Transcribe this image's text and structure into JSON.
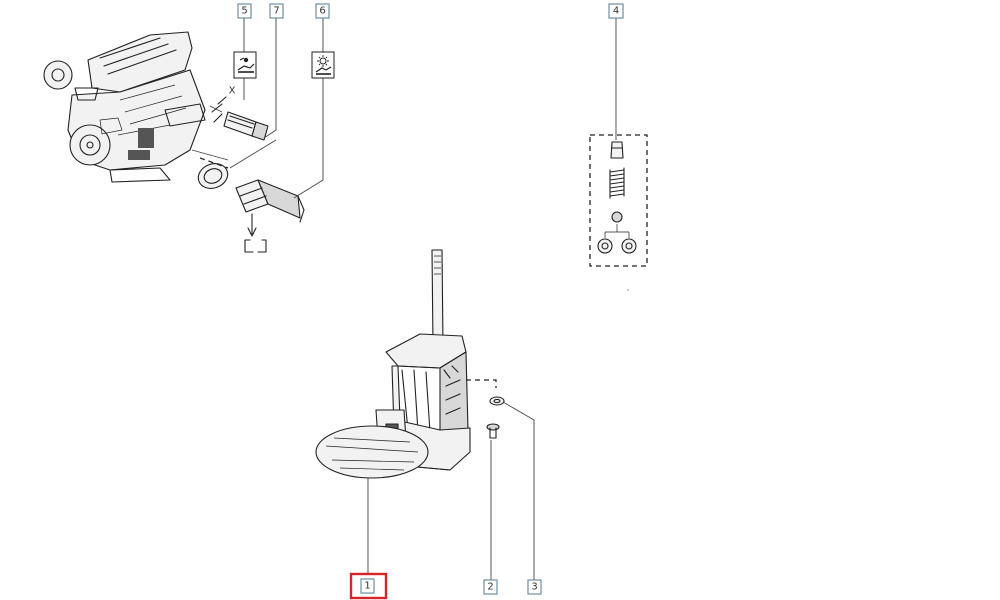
{
  "callouts": [
    {
      "id": "c1",
      "label": "1",
      "selected": true
    },
    {
      "id": "c2",
      "label": "2",
      "selected": false
    },
    {
      "id": "c3",
      "label": "3",
      "selected": false
    },
    {
      "id": "c4",
      "label": "4",
      "selected": false
    },
    {
      "id": "c5",
      "label": "5",
      "selected": false
    },
    {
      "id": "c6",
      "label": "6",
      "selected": false
    },
    {
      "id": "c7",
      "label": "7",
      "selected": false
    }
  ],
  "annotations": {
    "x_mark": "X"
  },
  "colors": {
    "callout_border": "#6f8fa3",
    "selected_border": "#d9232a"
  },
  "icons": {
    "sensor_5": "oil-pressure-warning-icon",
    "sensor_6": "oil-temperature-icon"
  }
}
